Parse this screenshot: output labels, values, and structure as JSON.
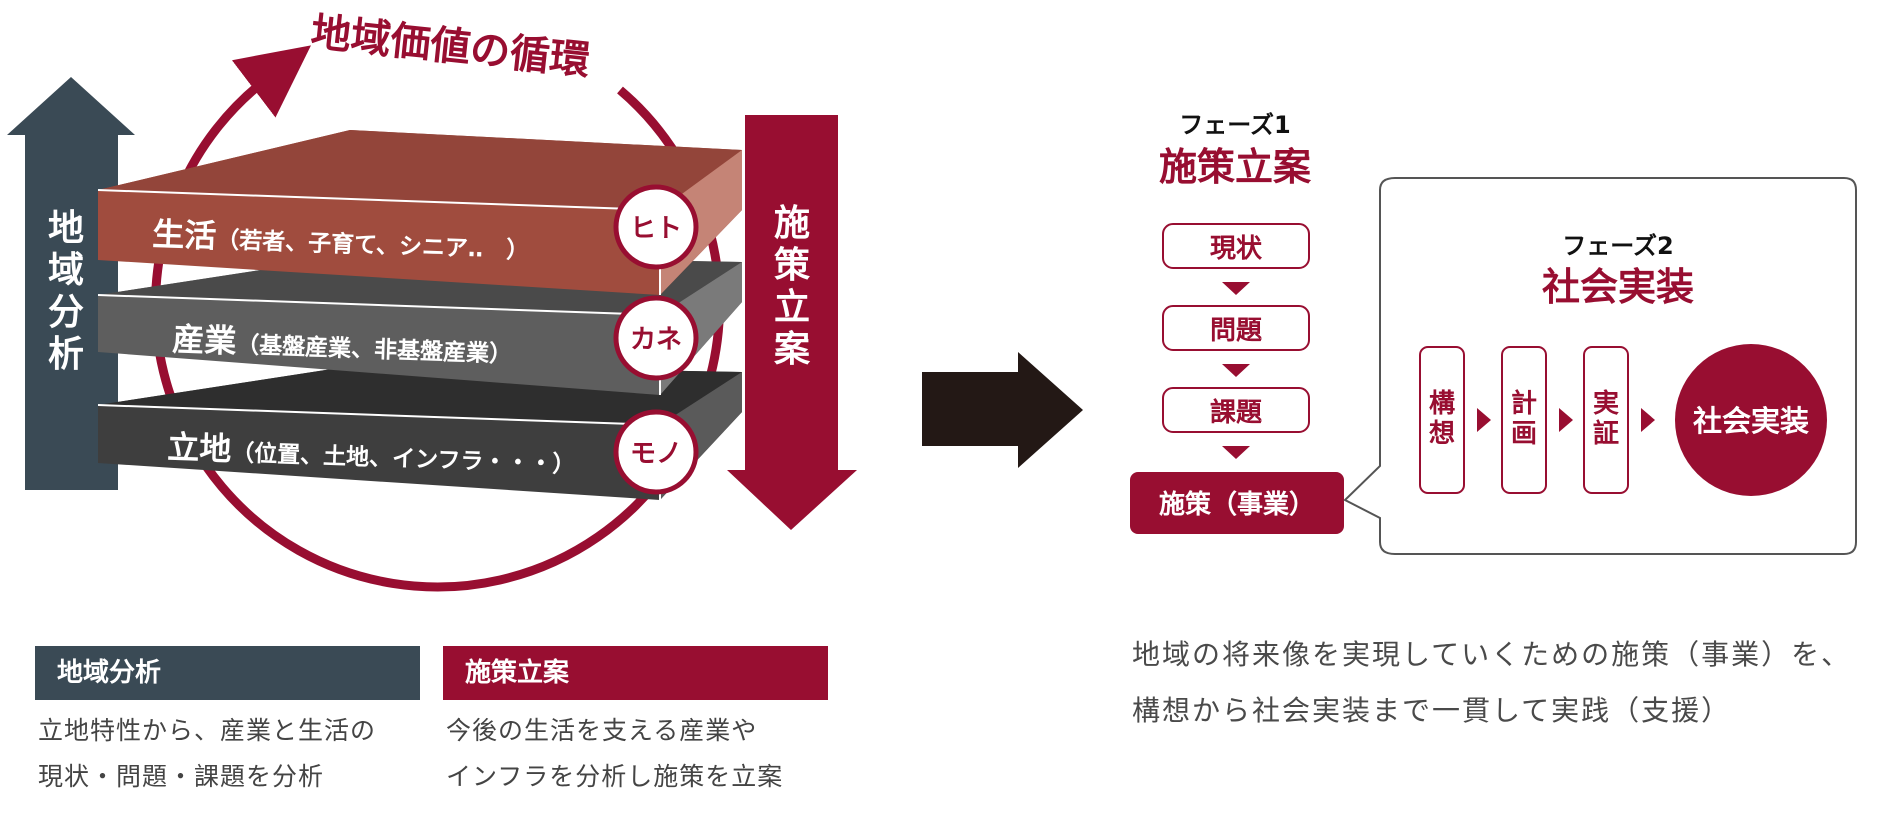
{
  "colors": {
    "crimson": "#980E31",
    "slate": "#3A4A55",
    "layer_top": "#A04C3E",
    "layer_top_side": "#C58476",
    "layer_mid": "#5E5E5E",
    "layer_bottom": "#3E3E3E",
    "arrow_dark": "#231815"
  },
  "cycle": {
    "title": "地域価値の循環"
  },
  "left_arrow": {
    "label": "地域分析"
  },
  "right_arrow": {
    "label": "施策立案"
  },
  "layers": [
    {
      "main": "生活",
      "sub": "（若者、子育て、シニア‥　）",
      "badge": "ヒト"
    },
    {
      "main": "産業",
      "sub": "（基盤産業、非基盤産業）",
      "badge": "カネ"
    },
    {
      "main": "立地",
      "sub": "（位置、土地、インフラ・・・）",
      "badge": "モノ"
    }
  ],
  "phase1": {
    "label": "フェーズ1",
    "title": "施策立案",
    "steps": [
      "現状",
      "問題",
      "課題"
    ],
    "final_step": "施策（事業）"
  },
  "phase2": {
    "label": "フェーズ2",
    "title": "社会実装",
    "steps": [
      {
        "line1": "構",
        "line2": "想"
      },
      {
        "line1": "計",
        "line2": "画"
      },
      {
        "line1": "実",
        "line2": "証"
      }
    ],
    "goal": "社会実装"
  },
  "legend": {
    "analysis": {
      "title": "地域分析",
      "line1": "立地特性から、産業と生活の",
      "line2": "現状・問題・課題を分析"
    },
    "planning": {
      "title": "施策立案",
      "line1": "今後の生活を支える産業や",
      "line2": "インフラを分析し施策を立案"
    }
  },
  "summary": {
    "line1": "地域の将来像を実現していくための施策（事業）を、",
    "line2": "構想から社会実装まで一貫して実践（支援）"
  }
}
